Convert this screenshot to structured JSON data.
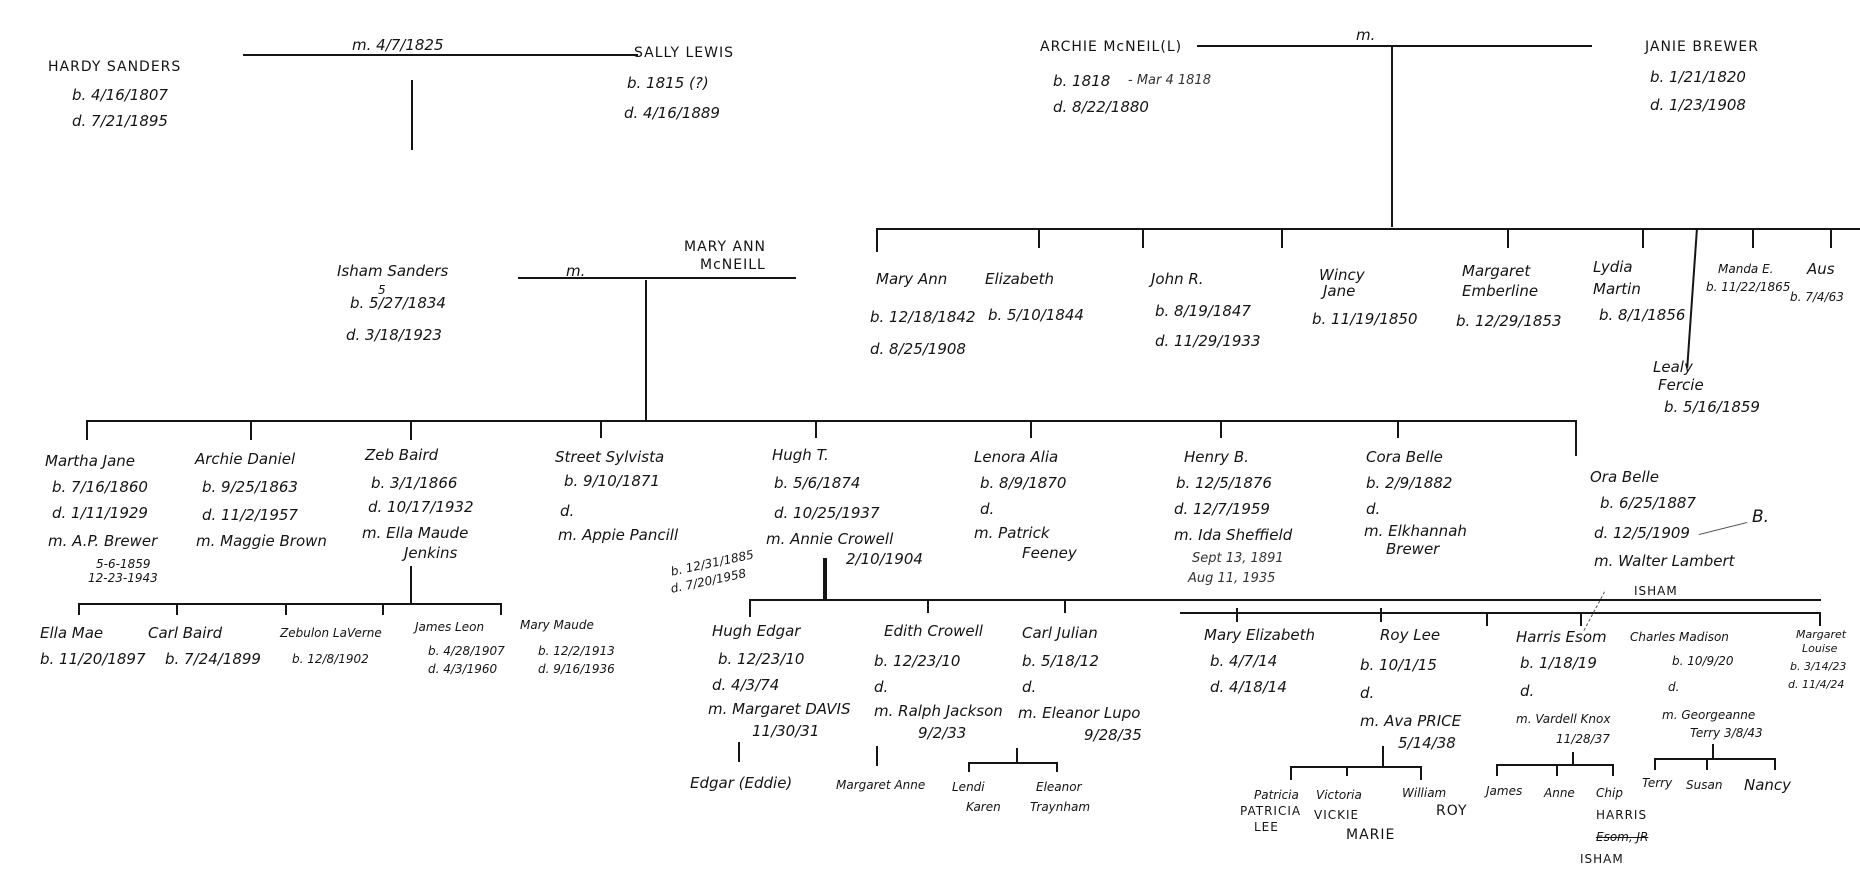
{
  "gen1": {
    "hardy": {
      "name": "HARDY SANDERS",
      "born": "b. 4/16/1807",
      "died": "d. 7/21/1895"
    },
    "marriage_hs": "m. 4/7/1825",
    "sally": {
      "name": "SALLY LEWIS",
      "born": "b. 1815 (?)",
      "died": "d. 4/16/1889"
    },
    "archie": {
      "name": "ARCHIE McNEIL(L)",
      "born": "b. 1818",
      "note": "- Mar 4 1818",
      "died": "d. 8/22/1880"
    },
    "marriage_am": "m.",
    "janie": {
      "name": "JANIE BREWER",
      "born": "b. 1/21/1820",
      "died": "d. 1/23/1908"
    }
  },
  "gen2": {
    "isham": {
      "name": "Isham Sanders",
      "born": "b. 5/27/1834",
      "born_correction": "5",
      "died": "d. 3/18/1923"
    },
    "marriage_im": "m.",
    "mary_ann_mcneill": {
      "name_line1": "MARY ANN",
      "name_line2": "McNEILL"
    },
    "mcneil_children": [
      {
        "name": "Mary Ann",
        "born": "b. 12/18/1842",
        "died": "d. 8/25/1908"
      },
      {
        "name": "Elizabeth",
        "born": "b. 5/10/1844"
      },
      {
        "name": "John R.",
        "born": "b. 8/19/1847",
        "died": "d. 11/29/1933"
      },
      {
        "name_line1": "Wincy",
        "name_line2": "Jane",
        "born": "b. 11/19/1850"
      },
      {
        "name_line1": "Margaret",
        "name_line2": "Emberline",
        "born": "b. 12/29/1853"
      },
      {
        "name_line1": "Lydia",
        "name_line2": "Martin",
        "born": "b. 8/1/1856"
      },
      {
        "name_line1": "Lealy",
        "name_line2": "Fercie",
        "born": "b. 5/16/1859"
      },
      {
        "name": "Manda E.",
        "born": "b. 11/22/1865"
      },
      {
        "name": "Aus",
        "born": "b. 7/4/63"
      }
    ]
  },
  "gen3": [
    {
      "name": "Martha Jane",
      "born": "b. 7/16/1860",
      "died": "d. 1/11/1929",
      "married": "m. A.P. Brewer",
      "note1": "5-6-1859",
      "note2": "12-23-1943"
    },
    {
      "name": "Archie Daniel",
      "born": "b. 9/25/1863",
      "died": "d. 11/2/1957",
      "married": "m. Maggie Brown"
    },
    {
      "name": "Zeb Baird",
      "born": "b. 3/1/1866",
      "died": "d. 10/17/1932",
      "married": "m. Ella Maude",
      "married2": "Jenkins"
    },
    {
      "name": "Street Sylvista",
      "born": "b. 9/10/1871",
      "died": "d.",
      "married": "m. Appie Pancill"
    },
    {
      "name": "Hugh T.",
      "born": "b. 5/6/1874",
      "died": "d. 10/25/1937",
      "married": "m. Annie Crowell",
      "marriage_date": "2/10/1904",
      "note1": "b. 12/31/1885",
      "note2": "d. 7/20/1958"
    },
    {
      "name": "Lenora Alia",
      "born": "b. 8/9/1870",
      "died": "d.",
      "married": "m. Patrick",
      "married2": "Feeney"
    },
    {
      "name": "Henry B.",
      "born": "b. 12/5/1876",
      "died": "d. 12/7/1959",
      "married": "m. Ida Sheffield",
      "note1": "Sept 13, 1891",
      "note2": "Aug 11, 1935"
    },
    {
      "name": "Cora Belle",
      "born": "b. 2/9/1882",
      "died": "d.",
      "married": "m. Elkhannah",
      "married2": "Brewer"
    },
    {
      "name": "Ora Belle",
      "born": "b. 6/25/1887",
      "died": "d. 12/5/1909",
      "married": "m. Walter Lambert",
      "annotation": "B."
    }
  ],
  "gen4_zeb": [
    {
      "name": "Ella Mae",
      "born": "b. 11/20/1897"
    },
    {
      "name": "Carl Baird",
      "born": "b. 7/24/1899"
    },
    {
      "name": "Zebulon LaVerne",
      "born": "b. 12/8/1902"
    },
    {
      "name": "James Leon",
      "born": "b. 4/28/1907",
      "died": "d. 4/3/1960"
    },
    {
      "name": "Mary Maude",
      "born": "b. 12/2/1913",
      "died": "d. 9/16/1936"
    }
  ],
  "gen4_hugh": [
    {
      "name": "Hugh Edgar",
      "born": "b. 12/23/10",
      "died": "d. 4/3/74",
      "married": "m. Margaret DAVIS",
      "marriage_date": "11/30/31"
    },
    {
      "name": "Edith Crowell",
      "born": "b. 12/23/10",
      "died": "d.",
      "married": "m. Ralph Jackson",
      "marriage_date": "9/2/33"
    },
    {
      "name": "Carl Julian",
      "born": "b. 5/18/12",
      "died": "d.",
      "married": "m. Eleanor Lupo",
      "marriage_date": "9/28/35"
    },
    {
      "name": "Mary Elizabeth",
      "born": "b. 4/7/14",
      "died": "d. 4/18/14"
    },
    {
      "name": "Roy Lee",
      "born": "b. 10/1/15",
      "died": "d.",
      "married": "m. Ava PRICE",
      "marriage_date": "5/14/38"
    },
    {
      "name": "Harris Esom",
      "born": "b. 1/18/19",
      "died": "d.",
      "married": "m. Vardell Knox",
      "marriage_date": "11/28/37",
      "annotation": "ISHAM"
    },
    {
      "name": "Charles Madison",
      "born": "b. 10/9/20",
      "died": "d.",
      "married": "m. Georgeanne",
      "married2": "Terry 3/8/43"
    },
    {
      "name_line1": "Margaret",
      "name_line2": "Louise",
      "born": "b. 3/14/23",
      "died": "d. 11/4/24"
    }
  ],
  "gen5": {
    "hugh_edgar": [
      "Edgar (Eddie)"
    ],
    "edith": [
      "Margaret Anne"
    ],
    "carl": [
      {
        "l1": "Lendi",
        "l2": "Karen"
      },
      {
        "l1": "Eleanor",
        "l2": "Traynham"
      }
    ],
    "roy": [
      {
        "l1": "Patricia",
        "l2": "PATRICIA",
        "l3": "LEE"
      },
      {
        "l1": "Victoria",
        "l2": "VICKIE",
        "l3": "MARIE"
      },
      {
        "l1": "William",
        "l2": "ROY"
      }
    ],
    "harris": [
      {
        "l1": "James"
      },
      {
        "l1": "Anne"
      },
      {
        "l1": "Chip",
        "l2": "HARRIS",
        "l3": "Esom, JR",
        "l4": "ISHAM"
      }
    ],
    "charles": [
      "Terry",
      "Susan",
      "Nancy"
    ]
  }
}
